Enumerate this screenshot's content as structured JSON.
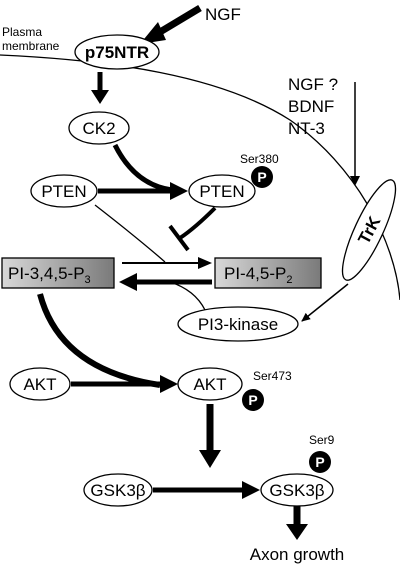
{
  "labels": {
    "ngf_top": "NGF",
    "plasma_membrane_line1": "Plasma",
    "plasma_membrane_line2": "membrane",
    "p75ntr": "p75NTR",
    "ngf_q": "NGF ?",
    "bdnf": "BDNF",
    "nt3": "NT-3",
    "ck2": "CK2",
    "pten_left": "PTEN",
    "pten_right": "PTEN",
    "ser380": "Ser380",
    "trk": "TrK",
    "pi345_main": "PI-3,4,5-P",
    "pi345_sub": "3",
    "pi45_main": "PI-4,5-P",
    "pi45_sub": "2",
    "pi3k": "PI3-kinase",
    "akt_left": "AKT",
    "akt_right": "AKT",
    "ser473": "Ser473",
    "ser9": "Ser9",
    "gsk_left": "GSK3β",
    "gsk_right": "GSK3β",
    "axon_growth": "Axon growth",
    "phospho": "P"
  }
}
